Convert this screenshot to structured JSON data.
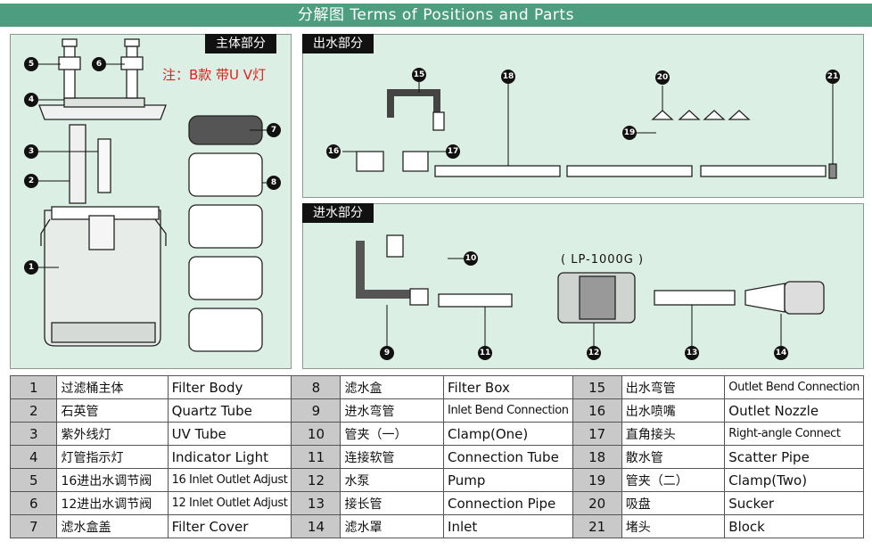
{
  "title": "分解图 Terms of Positions and Parts",
  "panels": {
    "main": {
      "label": "主体部分",
      "note": "注：B款 带U V灯"
    },
    "outlet": {
      "label": "出水部分"
    },
    "inlet": {
      "label": "进水部分",
      "pump_model": "( LP-1000G )"
    }
  },
  "callouts": [
    "1",
    "2",
    "3",
    "4",
    "5",
    "6",
    "7",
    "8",
    "9",
    "10",
    "11",
    "12",
    "13",
    "14",
    "15",
    "16",
    "17",
    "18",
    "19",
    "20",
    "21"
  ],
  "parts": [
    {
      "num": "1",
      "zh": "过滤桶主体",
      "en": "Filter Body"
    },
    {
      "num": "2",
      "zh": "石英管",
      "en": "Quartz Tube"
    },
    {
      "num": "3",
      "zh": "紫外线灯",
      "en": "UV Tube"
    },
    {
      "num": "4",
      "zh": "灯管指示灯",
      "en": "Indicator Light"
    },
    {
      "num": "5",
      "zh": "16进出水调节阀",
      "en": "16 Inlet Outlet Adjust"
    },
    {
      "num": "6",
      "zh": "12进出水调节阀",
      "en": "12 Inlet Outlet Adjust"
    },
    {
      "num": "7",
      "zh": "滤水盒盖",
      "en": "Filter Cover"
    },
    {
      "num": "8",
      "zh": "滤水盒",
      "en": "Filter Box"
    },
    {
      "num": "9",
      "zh": "进水弯管",
      "en": "Inlet Bend Connection"
    },
    {
      "num": "10",
      "zh": "管夹（一）",
      "en": "Clamp(One)"
    },
    {
      "num": "11",
      "zh": "连接软管",
      "en": "Connection Tube"
    },
    {
      "num": "12",
      "zh": "水泵",
      "en": "Pump"
    },
    {
      "num": "13",
      "zh": "接长管",
      "en": "Connection Pipe"
    },
    {
      "num": "14",
      "zh": "滤水罩",
      "en": "Inlet"
    },
    {
      "num": "15",
      "zh": "出水弯管",
      "en": "Outlet Bend Connection"
    },
    {
      "num": "16",
      "zh": "出水喷嘴",
      "en": "Outlet Nozzle"
    },
    {
      "num": "17",
      "zh": "直角接头",
      "en": "Right-angle Connect"
    },
    {
      "num": "18",
      "zh": "散水管",
      "en": "Scatter Pipe"
    },
    {
      "num": "19",
      "zh": "管夹（二）",
      "en": "Clamp(Two)"
    },
    {
      "num": "20",
      "zh": "吸盘",
      "en": "Sucker"
    },
    {
      "num": "21",
      "zh": "堵头",
      "en": "Block"
    }
  ]
}
